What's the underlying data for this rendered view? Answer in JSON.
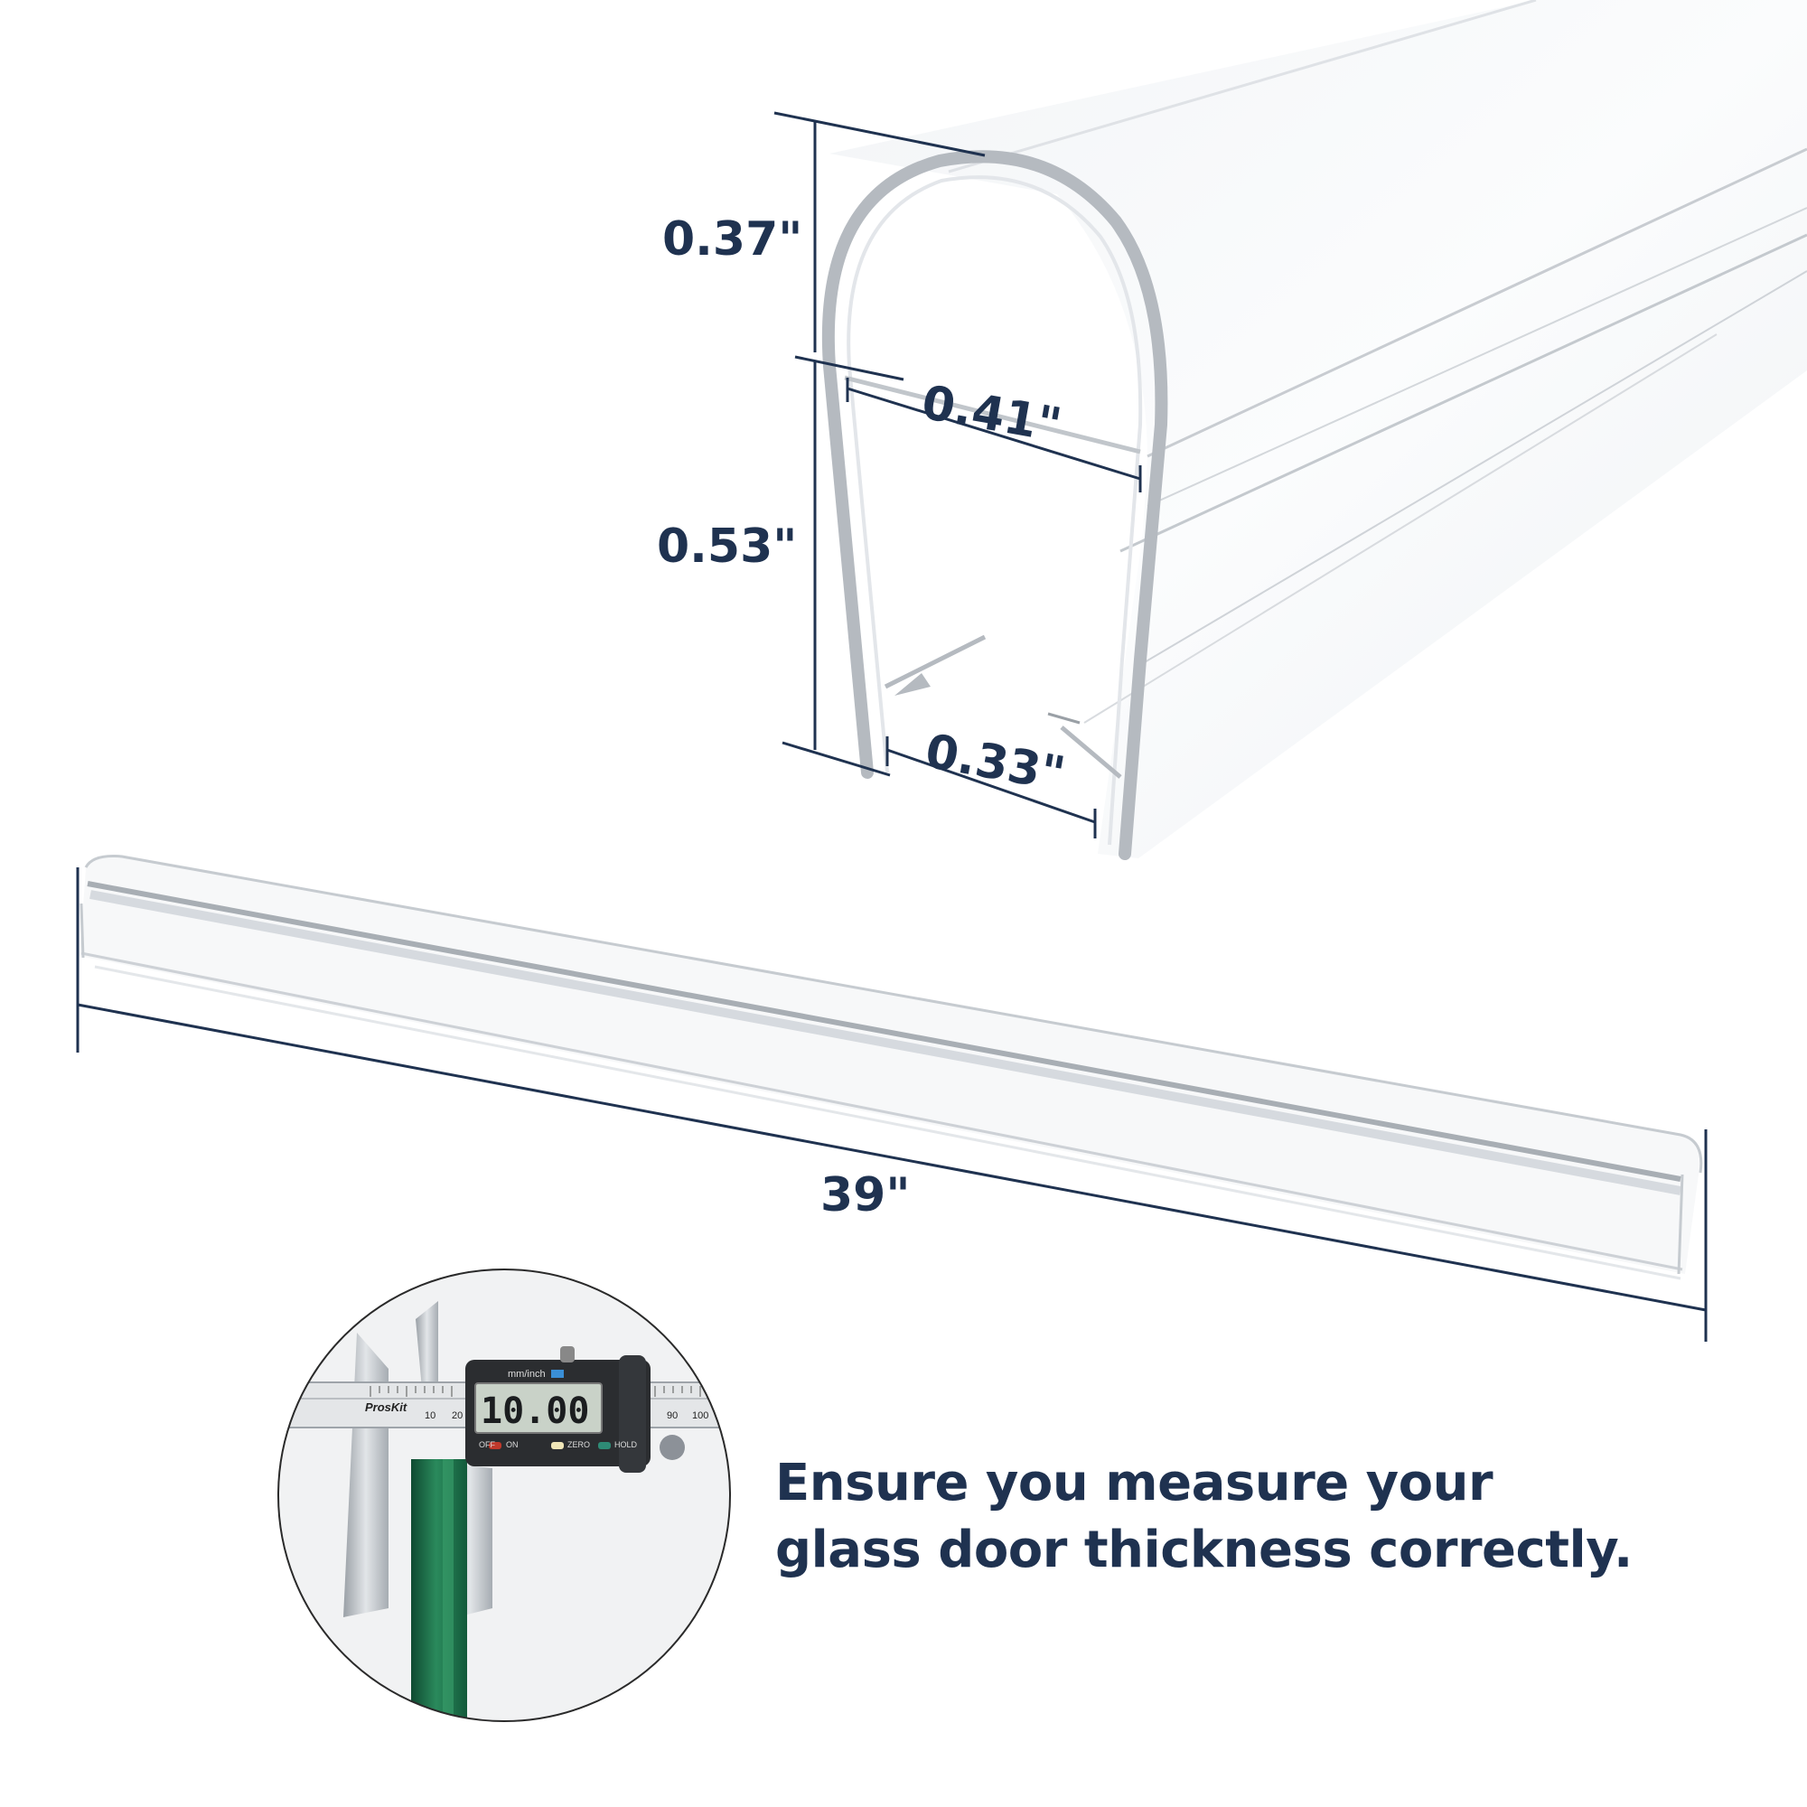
{
  "colors": {
    "accent": "#1f3250",
    "plastic_edge": "#b9bec4",
    "glass_green": "#1f6f4a",
    "caliper_body": "#2b2d30",
    "lcd_bg": "#c9d2c8"
  },
  "dimensions": {
    "top_height": "0.37\"",
    "inner_width": "0.41\"",
    "side_height": "0.53\"",
    "bottom_width": "0.33\"",
    "length": "39\""
  },
  "caliper": {
    "brand": "ProsKit",
    "unit_label": "mm/inch",
    "reading": "10.00",
    "off_label": "OFF",
    "on_label": "ON",
    "zero_label": "ZERO",
    "hold_label": "HOLD",
    "scale_left": [
      "10",
      "20"
    ],
    "scale_right": [
      "90",
      "100"
    ]
  },
  "caption": {
    "line1": "Ensure you measure your",
    "line2": "glass door thickness correctly."
  }
}
